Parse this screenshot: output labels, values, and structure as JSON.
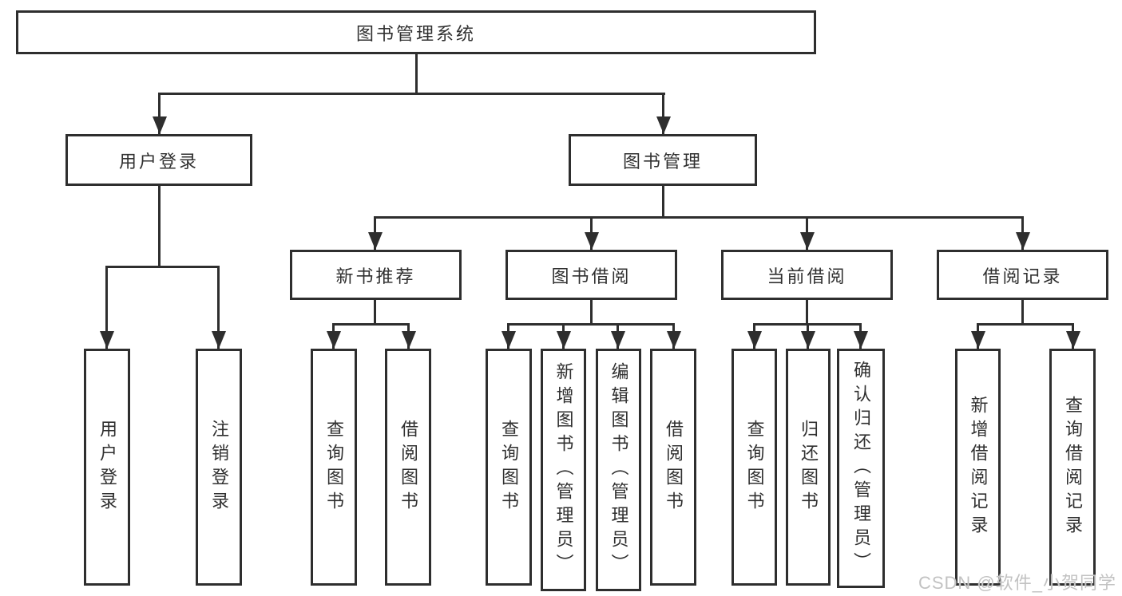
{
  "diagram": {
    "type": "hierarchy-tree",
    "title": "图书管理系统",
    "watermark": "CSDN @软件_小贺同学"
  },
  "colors": {
    "line": "#2e2e2e",
    "box_border": "#2e2e2e",
    "box_background": "#ffffff",
    "text": "#303030",
    "page_background": "#ffffff",
    "watermark": "#c2c2c2"
  },
  "nodes": {
    "root": {
      "label": "图书管理系统"
    },
    "user_login": {
      "label": "用户登录"
    },
    "book_mgmt": {
      "label": "图书管理"
    },
    "new_book_rec": {
      "label": "新书推荐"
    },
    "book_borrow": {
      "label": "图书借阅"
    },
    "current_borrow": {
      "label": "当前借阅"
    },
    "borrow_record": {
      "label": "借阅记录"
    },
    "leaf_user_login": {
      "label": "用户登录"
    },
    "leaf_logout": {
      "label": "注销登录"
    },
    "nbr_query_books": {
      "label": "查询图书"
    },
    "nbr_borrow_books": {
      "label": "借阅图书"
    },
    "bb_query_books": {
      "label": "查询图书"
    },
    "bb_add_books": {
      "label": "新增图书（管理员）"
    },
    "bb_edit_books": {
      "label": "编辑图书（管理员）"
    },
    "bb_borrow_books": {
      "label": "借阅图书"
    },
    "cb_query_books": {
      "label": "查询图书"
    },
    "cb_return_books": {
      "label": "归还图书"
    },
    "cb_confirm_return": {
      "label": "确认归还（管理员）"
    },
    "br_add_record": {
      "label": "新增借阅记录"
    },
    "br_query_record": {
      "label": "查询借阅记录"
    }
  },
  "hierarchy": {
    "图书管理系统": [
      "用户登录",
      "图书管理"
    ],
    "用户登录": [
      "用户登录",
      "注销登录"
    ],
    "图书管理": [
      "新书推荐",
      "图书借阅",
      "当前借阅",
      "借阅记录"
    ],
    "新书推荐": [
      "查询图书",
      "借阅图书"
    ],
    "图书借阅": [
      "查询图书",
      "新增图书（管理员）",
      "编辑图书（管理员）",
      "借阅图书"
    ],
    "当前借阅": [
      "查询图书",
      "归还图书",
      "确认归还（管理员）"
    ],
    "借阅记录": [
      "新增借阅记录",
      "查询借阅记录"
    ]
  }
}
